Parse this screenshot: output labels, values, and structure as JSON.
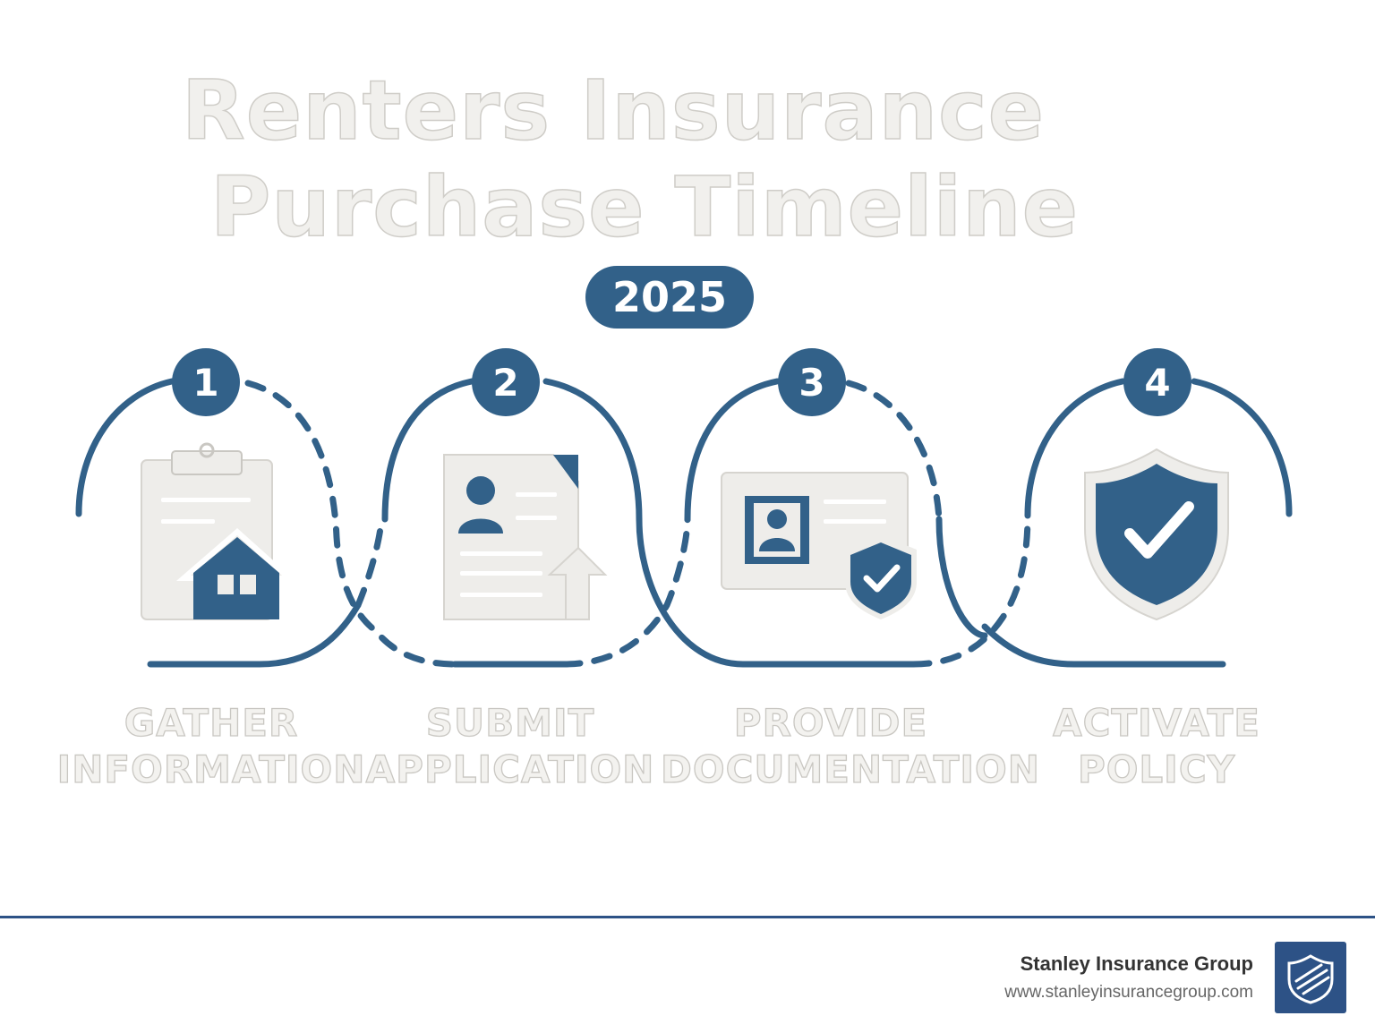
{
  "title": {
    "line1": "Renters Insurance",
    "line2": "Purchase Timeline"
  },
  "year": "2025",
  "steps": [
    {
      "number": "1",
      "label_line1": "GATHER",
      "label_line2": "INFORMATION",
      "icon": "clipboard-house-icon"
    },
    {
      "number": "2",
      "label_line1": "SUBMIT",
      "label_line2": "APPLICATION",
      "icon": "document-upload-icon"
    },
    {
      "number": "3",
      "label_line1": "PROVIDE",
      "label_line2": "DOCUMENTATION",
      "icon": "id-card-shield-icon"
    },
    {
      "number": "4",
      "label_line1": "ACTIVATE",
      "label_line2": "POLICY",
      "icon": "shield-check-icon"
    }
  ],
  "footer": {
    "company": "Stanley Insurance Group",
    "url": "www.stanleyinsurancegroup.com"
  },
  "colors": {
    "primary": "#326189",
    "footer_blue": "#2d5286",
    "icon_light": "#eeedea",
    "title_fill": "#f1f0ed"
  }
}
